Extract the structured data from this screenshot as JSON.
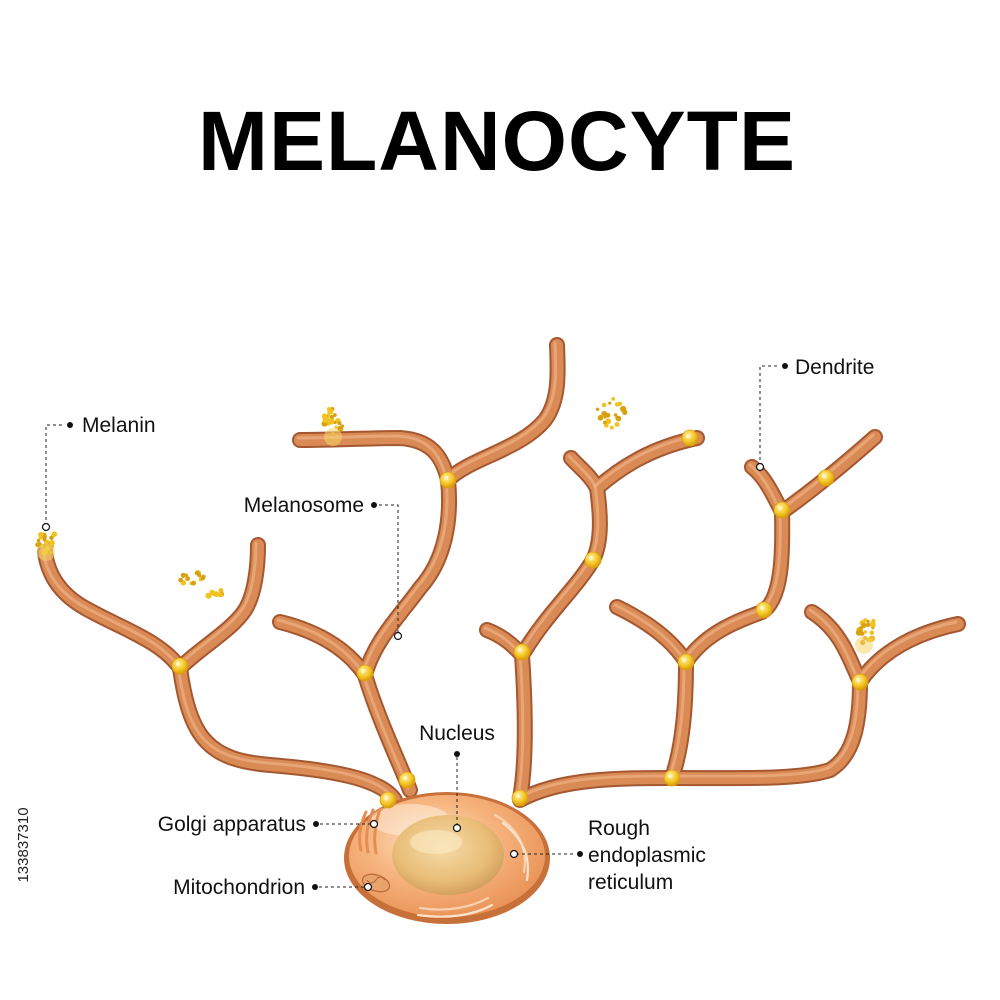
{
  "title": "MELANOCYTE",
  "labels": {
    "melanin": "Melanin",
    "dendrite": "Dendrite",
    "melanosome": "Melanosome",
    "nucleus": "Nucleus",
    "golgi": "Golgi apparatus",
    "mitochondrion": "Mitochondrion",
    "rer_line1": "Rough",
    "rer_line2": "endoplasmic",
    "rer_line3": "reticulum"
  },
  "stock_id": "133837310",
  "colors": {
    "dendrite_outer": "#a55730",
    "dendrite_fill": "#d98a55",
    "dendrite_highlight": "#f0b488",
    "cell_body": "#f4a46a",
    "nucleus": "#e7bf7a",
    "melanin": "#f2c21e",
    "melanin_dark": "#d9a010"
  }
}
